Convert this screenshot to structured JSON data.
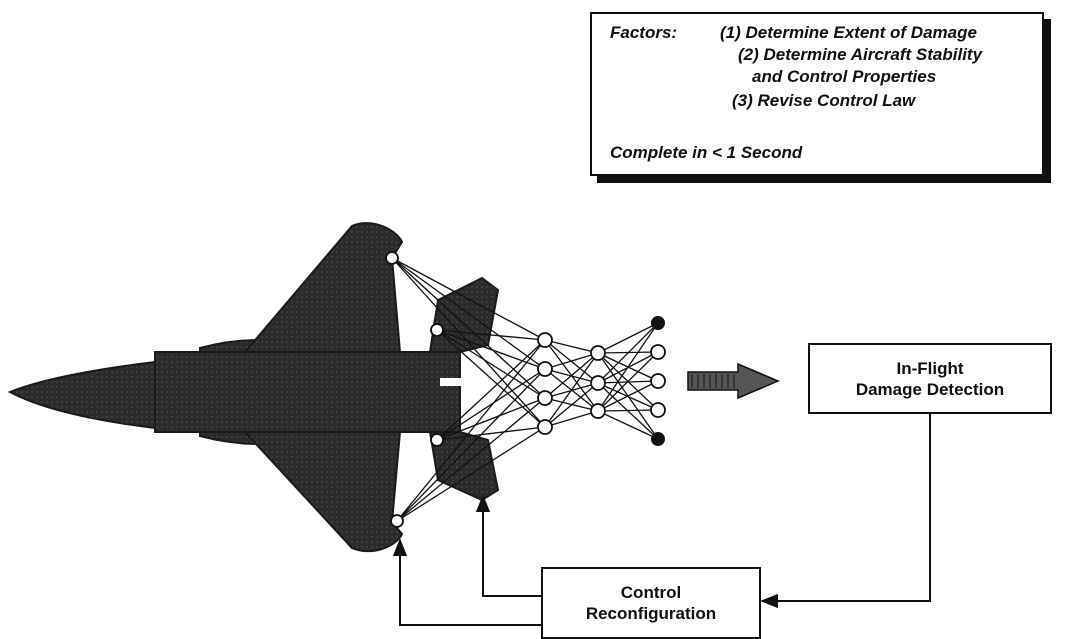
{
  "factors": {
    "label": "Factors:",
    "items": [
      "(1) Determine Extent of Damage",
      "(2) Determine  Aircraft Stability",
      "and Control Properties",
      "(3) Revise Control Law"
    ],
    "note": "Complete in < 1 Second"
  },
  "blocks": {
    "damage_detection": {
      "line1": "In-Flight",
      "line2": "Damage Detection"
    },
    "control_reconfiguration": {
      "line1": "Control",
      "line2": "Reconfiguration"
    }
  },
  "icons": [
    "aircraft-icon",
    "neural-network-icon",
    "arrow-icon"
  ],
  "colors": {
    "ink": "#111111",
    "aircraft": "#2b2b2b",
    "background": "#ffffff"
  }
}
